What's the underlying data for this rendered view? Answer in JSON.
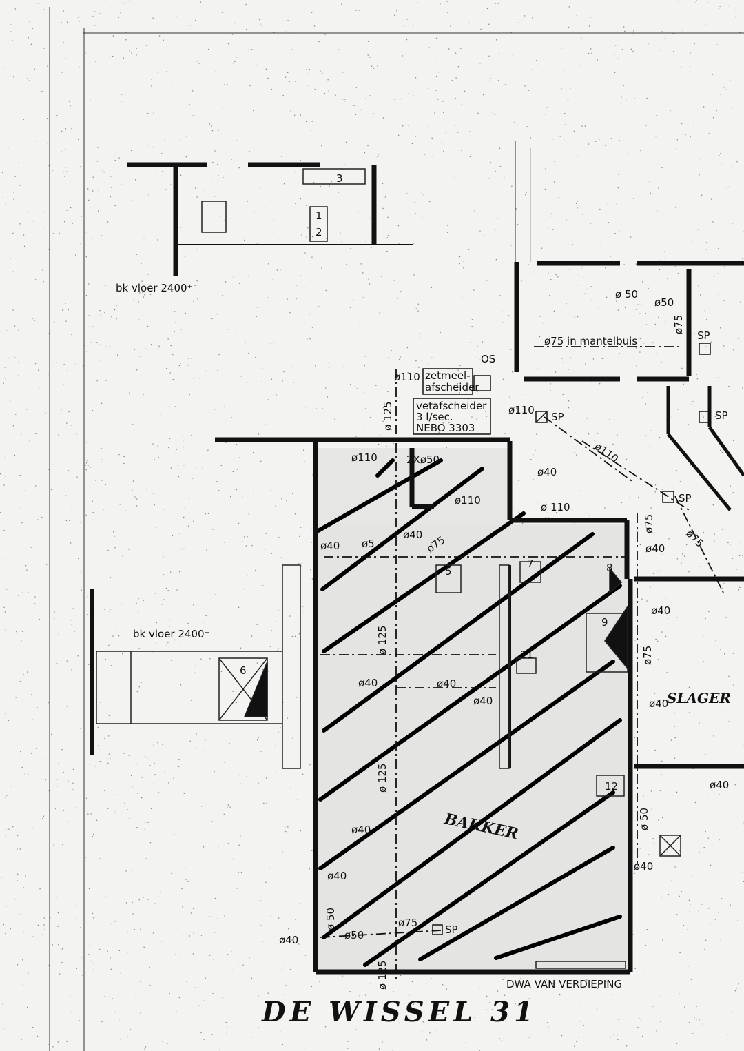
{
  "title": "DE WISSEL 31",
  "floor_labels": [
    "bk vloer  2400⁺",
    "bk vloer  2400⁺"
  ],
  "rooms": {
    "bakker": "BAKKER",
    "slager": "SLAGER"
  },
  "equipment": {
    "zetmeel": [
      "zetmeel-",
      "afscheider"
    ],
    "vet": [
      "vetafscheider",
      "3 l/sec.",
      "NEBO 3303"
    ]
  },
  "notes": {
    "dwa": "DWA VAN VERDIEPING",
    "mantelbuis": "ø75 in mantelbuis",
    "os": "OS",
    "twox50": "2Xø50"
  },
  "sp": [
    "SP",
    "SP",
    "SP",
    "SP",
    "SP"
  ],
  "pipes": [
    "ø 50",
    "ø50",
    "ø75",
    "ø110",
    "ø 125",
    "ø110",
    "ø110",
    "ø40",
    "ø110",
    "ø 110",
    "ø110",
    "ø75",
    "ø40",
    "ø5",
    "ø40",
    "ø75",
    "ø75",
    "ø40",
    "ø40",
    "ø 125",
    "ø75",
    "ø40",
    "ø40",
    "ø40",
    "ø40",
    "ø 125",
    "ø40",
    "ø40",
    "ø 50",
    "ø40",
    "ø40",
    "ø 50",
    "ø75",
    "ø40",
    "ø50",
    "ø 125"
  ],
  "markers": [
    "1",
    "2",
    "3",
    "5",
    "6",
    "7",
    "8",
    "9",
    "11",
    "12"
  ]
}
